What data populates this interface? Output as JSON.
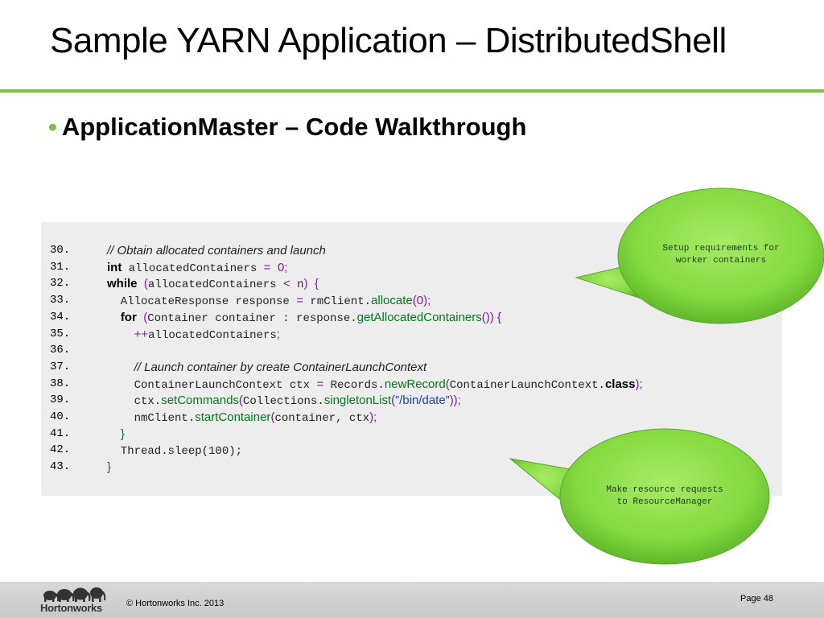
{
  "slide": {
    "title": "Sample YARN Application – DistributedShell",
    "bullet": "ApplicationMaster – Code Walkthrough",
    "bullet_marker": "•"
  },
  "code": {
    "lines": [
      {
        "num": "30.",
        "parts": [
          {
            "t": "c",
            "v": "// Obtain allocated containers and launch"
          }
        ]
      },
      {
        "num": "31.",
        "parts": [
          {
            "t": "k",
            "v": "int"
          },
          {
            "t": "m",
            "v": " allocatedContainers "
          },
          {
            "t": "p",
            "v": "="
          },
          {
            "t": "m",
            "v": " "
          },
          {
            "t": "n",
            "v": "0"
          },
          {
            "t": "p",
            "v": ";"
          }
        ]
      },
      {
        "num": "32.",
        "parts": [
          {
            "t": "k",
            "v": "while"
          },
          {
            "t": "m",
            "v": " "
          },
          {
            "t": "p",
            "v": "("
          },
          {
            "t": "m",
            "v": "allocatedContainers "
          },
          {
            "t": "p",
            "v": "<"
          },
          {
            "t": "m",
            "v": " n"
          },
          {
            "t": "p",
            "v": ")"
          },
          {
            "t": "m",
            "v": " "
          },
          {
            "t": "p",
            "v": "{"
          }
        ]
      },
      {
        "num": "33.",
        "parts": [
          {
            "t": "m",
            "v": "  AllocateResponse response "
          },
          {
            "t": "p",
            "v": "="
          },
          {
            "t": "m",
            "v": " rmClient."
          },
          {
            "t": "f",
            "v": "allocate"
          },
          {
            "t": "p",
            "v": "("
          },
          {
            "t": "n",
            "v": "0"
          },
          {
            "t": "p",
            "v": ");"
          }
        ]
      },
      {
        "num": "34.",
        "parts": [
          {
            "t": "m",
            "v": "  "
          },
          {
            "t": "k",
            "v": "for"
          },
          {
            "t": "m",
            "v": " "
          },
          {
            "t": "p",
            "v": "("
          },
          {
            "t": "m",
            "v": "Container container : response."
          },
          {
            "t": "f",
            "v": "getAllocatedContainers"
          },
          {
            "t": "p",
            "v": "()) {"
          }
        ]
      },
      {
        "num": "35.",
        "parts": [
          {
            "t": "m",
            "v": "    "
          },
          {
            "t": "p",
            "v": "++"
          },
          {
            "t": "m",
            "v": "allocatedContainers"
          },
          {
            "t": "p",
            "v": ";"
          }
        ]
      },
      {
        "num": "36.",
        "parts": []
      },
      {
        "num": "37.",
        "parts": [
          {
            "t": "m",
            "v": "    "
          },
          {
            "t": "c",
            "v": "// Launch container by create ContainerLaunchContext"
          }
        ]
      },
      {
        "num": "38.",
        "parts": [
          {
            "t": "m",
            "v": "    ContainerLaunchContext ctx "
          },
          {
            "t": "p",
            "v": "="
          },
          {
            "t": "m",
            "v": " Records."
          },
          {
            "t": "f",
            "v": "newRecord"
          },
          {
            "t": "p",
            "v": "("
          },
          {
            "t": "m",
            "v": "ContainerLaunchContext."
          },
          {
            "t": "k",
            "v": "class"
          },
          {
            "t": "p",
            "v": ");"
          }
        ]
      },
      {
        "num": "39.",
        "parts": [
          {
            "t": "m",
            "v": "    ctx."
          },
          {
            "t": "f",
            "v": "setCommands"
          },
          {
            "t": "p",
            "v": "("
          },
          {
            "t": "m",
            "v": "Collections."
          },
          {
            "t": "f",
            "v": "singletonList"
          },
          {
            "t": "p",
            "v": "("
          },
          {
            "t": "s",
            "v": "”/bin/date”"
          },
          {
            "t": "p",
            "v": "));"
          }
        ]
      },
      {
        "num": "40.",
        "parts": [
          {
            "t": "m",
            "v": "    nmClient."
          },
          {
            "t": "f",
            "v": "startContainer"
          },
          {
            "t": "p",
            "v": "("
          },
          {
            "t": "m",
            "v": "container, ctx"
          },
          {
            "t": "p",
            "v": ");"
          }
        ]
      },
      {
        "num": "41.",
        "parts": [
          {
            "t": "m",
            "v": "  "
          },
          {
            "t": "f",
            "v": "}"
          }
        ]
      },
      {
        "num": "42.",
        "parts": [
          {
            "t": "m",
            "v": "  Thread.sleep(100);"
          }
        ]
      },
      {
        "num": "43.",
        "parts": [
          {
            "t": "f",
            "v": "}"
          }
        ]
      }
    ]
  },
  "callouts": {
    "top": {
      "line1": "Setup requirements for",
      "line2": "worker containers"
    },
    "bottom": {
      "line1": "Make resource requests",
      "line2": "to ResourceManager"
    }
  },
  "footer": {
    "logo_text": "Hortonworks",
    "copyright": "© Hortonworks Inc. 2013",
    "page": "Page 48"
  },
  "colors": {
    "accent_green": "#7cc242",
    "bubble_fill": "#8ee04a",
    "code_bg": "#ededed",
    "footer_bg": "#d3d3d3"
  },
  "icons": {
    "logo": "elephant-herd-logo"
  }
}
